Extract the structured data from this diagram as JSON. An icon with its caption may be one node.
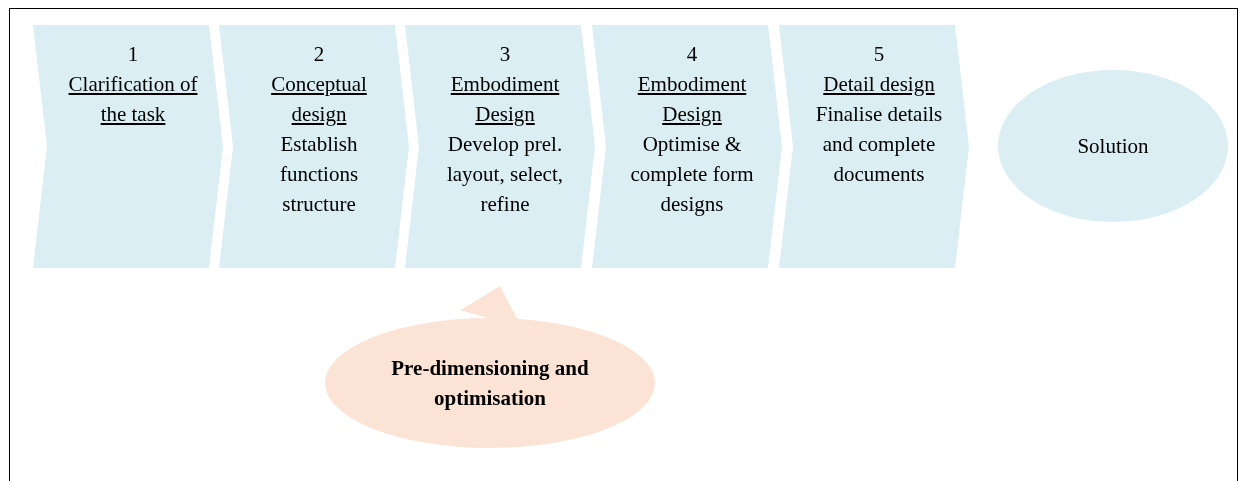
{
  "diagram": {
    "nodes": [
      {
        "text": [
          "1",
          "Clarification of the task"
        ]
      },
      {
        "text": [
          "2",
          "Conceptual design",
          "Establish functions structure"
        ]
      },
      {
        "text": [
          "3",
          "Embodiment Design",
          "Develop prel. layout, select, refine"
        ]
      },
      {
        "text": [
          "4",
          "Embodiment Design",
          "Optimise & complete form designs"
        ]
      },
      {
        "text": [
          "5",
          "Detail design",
          "Finalise details and complete documents"
        ]
      },
      {
        "text": [
          "Solution"
        ]
      },
      {
        "text": [
          "Pre-dimensioning and optimisation"
        ]
      }
    ],
    "edges": [
      {
        "from": 6,
        "to": 2,
        "arrow": "to"
      }
    ]
  }
}
